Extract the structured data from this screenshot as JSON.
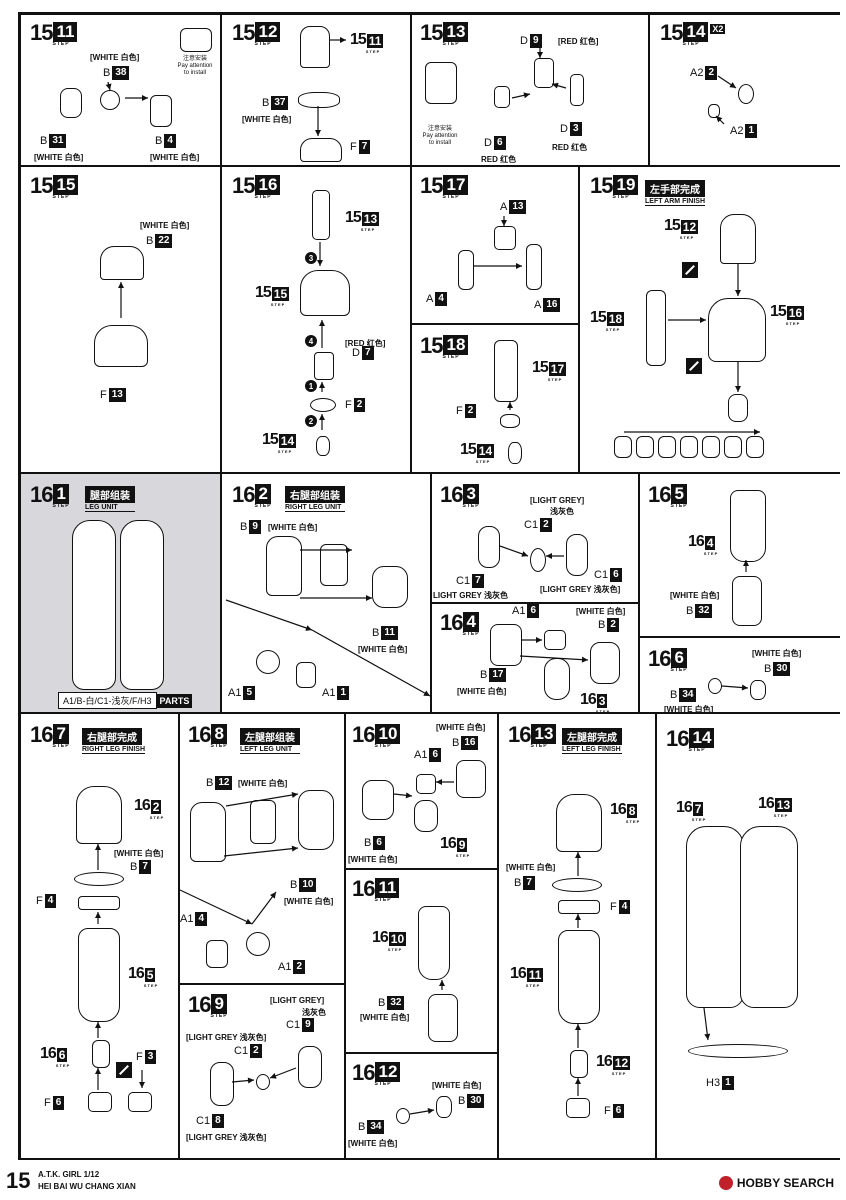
{
  "page": {
    "page_number": "15",
    "footer_line1": "A.T.K. GIRL 1/12",
    "footer_line2": "HEI BAI WU CHANG XIAN",
    "watermark": "HOBBY SEARCH",
    "step_word": "STEP",
    "parts_word": "PARTS"
  },
  "steps": {
    "s15_11": {
      "major": "15",
      "minor": "11",
      "labels": [
        [
          "B",
          "38"
        ],
        [
          "B",
          "31"
        ],
        [
          "B",
          "4"
        ]
      ],
      "colors": [
        "[WHITE 白色]",
        "[WHITE 白色]",
        "[WHITE 白色]"
      ],
      "note": "注意安装\nPay attention\nto install"
    },
    "s15_12": {
      "major": "15",
      "minor": "12",
      "ref": [
        "15",
        "11"
      ],
      "labels": [
        [
          "B",
          "37"
        ],
        [
          "F",
          "7"
        ]
      ],
      "colors": [
        "[WHITE 白色]"
      ]
    },
    "s15_13": {
      "major": "15",
      "minor": "13",
      "labels": [
        [
          "D",
          "9"
        ],
        [
          "D",
          "6"
        ],
        [
          "D",
          "3"
        ]
      ],
      "colors": [
        "[RED 红色]",
        "RED 红色",
        "RED 红色"
      ],
      "note": "注意安装\nPay attention\nto install"
    },
    "s15_14": {
      "major": "15",
      "minor": "14",
      "multiplier": "X2",
      "labels": [
        [
          "A2",
          "2"
        ],
        [
          "A2",
          "1"
        ]
      ]
    },
    "s15_15": {
      "major": "15",
      "minor": "15",
      "labels": [
        [
          "B",
          "22"
        ],
        [
          "F",
          "13"
        ]
      ],
      "colors": [
        "[WHITE 白色]"
      ]
    },
    "s15_16": {
      "major": "15",
      "minor": "16",
      "refs": [
        [
          "15",
          "13"
        ],
        [
          "15",
          "15"
        ],
        [
          "15",
          "14"
        ]
      ],
      "labels": [
        [
          "D",
          "7"
        ],
        [
          "F",
          "2"
        ]
      ],
      "colors": [
        "[RED 红色]"
      ]
    },
    "s15_17": {
      "major": "15",
      "minor": "17",
      "labels": [
        [
          "A",
          "13"
        ],
        [
          "A",
          "4"
        ],
        [
          "A",
          "16"
        ]
      ]
    },
    "s15_18": {
      "major": "15",
      "minor": "18",
      "refs": [
        [
          "15",
          "17"
        ],
        [
          "15",
          "14"
        ]
      ],
      "labels": [
        [
          "F",
          "2"
        ]
      ]
    },
    "s15_19": {
      "major": "15",
      "minor": "19",
      "title_cn": "左手部完成",
      "title_en": "LEFT ARM FINISH",
      "refs": [
        [
          "15",
          "12"
        ],
        [
          "15",
          "18"
        ],
        [
          "15",
          "16"
        ]
      ]
    },
    "s16_1": {
      "major": "16",
      "minor": "1",
      "title_cn": "腿部组装",
      "title_en": "LEG UNIT",
      "parts_list": "A1/B-白/C1-浅灰/F/H3"
    },
    "s16_2": {
      "major": "16",
      "minor": "2",
      "title_cn": "右腿部组装",
      "title_en": "RIGHT LEG UNIT",
      "labels": [
        [
          "B",
          "9"
        ],
        [
          "B",
          "11"
        ],
        [
          "A1",
          "5"
        ],
        [
          "A1",
          "1"
        ]
      ],
      "colors": [
        "[WHITE 白色]",
        "[WHITE 白色]"
      ]
    },
    "s16_3": {
      "major": "16",
      "minor": "3",
      "labels": [
        [
          "C1",
          "2"
        ],
        [
          "C1",
          "7"
        ],
        [
          "C1",
          "6"
        ]
      ],
      "colors": [
        "[LIGHT GREY]",
        "浅灰色",
        "LIGHT GREY 浅灰色",
        "[LIGHT GREY 浅灰色]"
      ]
    },
    "s16_4": {
      "major": "16",
      "minor": "4",
      "ref": [
        "16",
        "3"
      ],
      "labels": [
        [
          "A1",
          "6"
        ],
        [
          "B",
          "2"
        ],
        [
          "B",
          "17"
        ]
      ],
      "colors": [
        "[WHITE 白色]",
        "[WHITE 白色]"
      ]
    },
    "s16_5": {
      "major": "16",
      "minor": "5",
      "ref": [
        "16",
        "4"
      ],
      "labels": [
        [
          "B",
          "32"
        ]
      ],
      "colors": [
        "[WHITE 白色]"
      ]
    },
    "s16_6": {
      "major": "16",
      "minor": "6",
      "labels": [
        [
          "B",
          "30"
        ],
        [
          "B",
          "34"
        ]
      ],
      "colors": [
        "[WHITE 白色]",
        "[WHITE 白色]"
      ]
    },
    "s16_7": {
      "major": "16",
      "minor": "7",
      "title_cn": "右腿部完成",
      "title_en": "RIGHT LEG FINISH",
      "refs": [
        [
          "16",
          "2"
        ],
        [
          "16",
          "5"
        ],
        [
          "16",
          "6"
        ]
      ],
      "labels": [
        [
          "B",
          "7"
        ],
        [
          "F",
          "4"
        ],
        [
          "F",
          "3"
        ],
        [
          "F",
          "6"
        ]
      ],
      "colors": [
        "[WHITE 白色]"
      ]
    },
    "s16_8": {
      "major": "16",
      "minor": "8",
      "title_cn": "左腿部组装",
      "title_en": "LEFT LEG UNIT",
      "labels": [
        [
          "B",
          "12"
        ],
        [
          "B",
          "10"
        ],
        [
          "A1",
          "4"
        ],
        [
          "A1",
          "2"
        ]
      ],
      "colors": [
        "[WHITE 白色]",
        "[WHITE 白色]"
      ]
    },
    "s16_9": {
      "major": "16",
      "minor": "9",
      "labels": [
        [
          "C1",
          "9"
        ],
        [
          "C1",
          "2"
        ],
        [
          "C1",
          "8"
        ]
      ],
      "colors": [
        "[LIGHT GREY]",
        "浅灰色",
        "[LIGHT GREY 浅灰色]",
        "[LIGHT GREY 浅灰色]"
      ]
    },
    "s16_10": {
      "major": "16",
      "minor": "10",
      "ref": [
        "16",
        "9"
      ],
      "labels": [
        [
          "A1",
          "6"
        ],
        [
          "B",
          "16"
        ],
        [
          "B",
          "6"
        ]
      ],
      "colors": [
        "[WHITE 白色]",
        "[WHITE 白色]"
      ]
    },
    "s16_11": {
      "major": "16",
      "minor": "11",
      "ref": [
        "16",
        "10"
      ],
      "labels": [
        [
          "B",
          "32"
        ]
      ],
      "colors": [
        "[WHITE 白色]"
      ]
    },
    "s16_12": {
      "major": "16",
      "minor": "12",
      "labels": [
        [
          "B",
          "30"
        ],
        [
          "B",
          "34"
        ]
      ],
      "colors": [
        "[WHITE 白色]",
        "[WHITE 白色]"
      ]
    },
    "s16_13": {
      "major": "16",
      "minor": "13",
      "title_cn": "左腿部完成",
      "title_en": "LEFT LEG FINISH",
      "refs": [
        [
          "16",
          "8"
        ],
        [
          "16",
          "11"
        ],
        [
          "16",
          "12"
        ]
      ],
      "labels": [
        [
          "B",
          "7"
        ],
        [
          "F",
          "4"
        ],
        [
          "F",
          "6"
        ]
      ],
      "colors": [
        "[WHITE 白色]"
      ]
    },
    "s16_14": {
      "major": "16",
      "minor": "14",
      "refs": [
        [
          "16",
          "7"
        ],
        [
          "16",
          "13"
        ]
      ],
      "labels": [
        [
          "H3",
          "1"
        ]
      ]
    }
  }
}
